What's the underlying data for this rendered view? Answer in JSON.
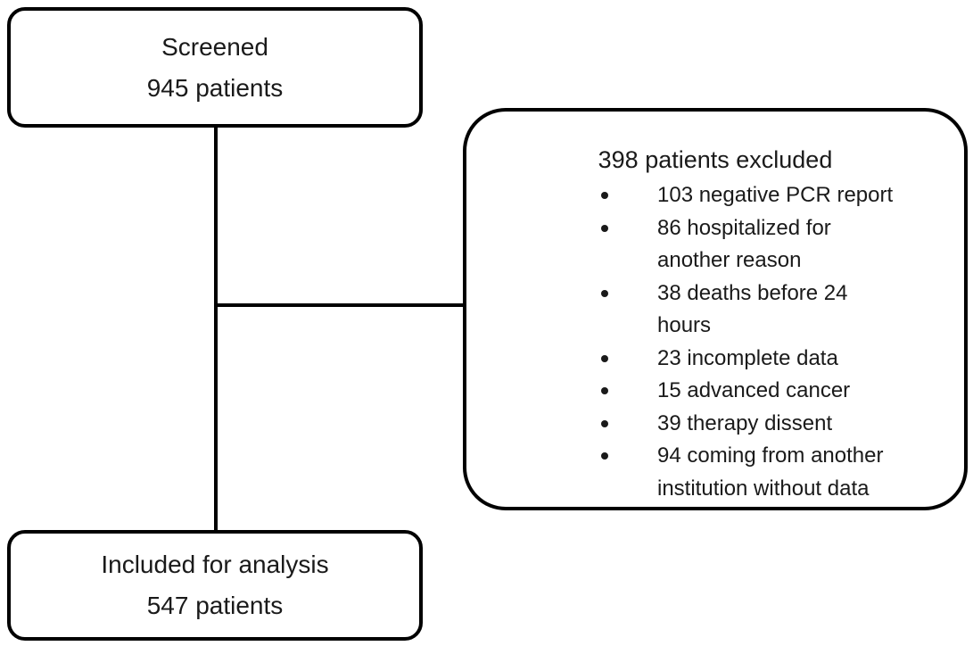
{
  "diagram": {
    "title": "Patient screening and inclusion flow diagram",
    "type": "flowchart",
    "background_color": "#ffffff",
    "stroke_color": "#000000",
    "text_color": "#1a1a1a"
  },
  "nodes": {
    "screened": {
      "name": "screened-box",
      "line1": "Screened",
      "line2": "945 patients",
      "count": 945
    },
    "included": {
      "name": "included-box",
      "line1": "Included for analysis",
      "line2": "547 patients",
      "count": 547
    },
    "excluded": {
      "name": "excluded-box",
      "title": "398 patients excluded",
      "count": 398,
      "reasons": [
        {
          "count": 103,
          "label": "103 negative PCR report"
        },
        {
          "count": 86,
          "label": "86 hospitalized for another reason"
        },
        {
          "count": 38,
          "label": "38 deaths before 24 hours"
        },
        {
          "count": 23,
          "label": "23 incomplete data"
        },
        {
          "count": 15,
          "label": "15 advanced cancer"
        },
        {
          "count": 39,
          "label": "39 therapy dissent"
        },
        {
          "count": 94,
          "label": "94 coming from another institution without data"
        }
      ]
    }
  },
  "connectors": [
    {
      "name": "screened-to-included",
      "orientation": "vertical"
    },
    {
      "name": "screened-to-excluded",
      "orientation": "horizontal"
    }
  ],
  "chart_data": {
    "type": "table",
    "title": "Patient flow",
    "categories": [
      "Screened",
      "Excluded",
      "Included for analysis"
    ],
    "values": [
      945,
      398,
      547
    ],
    "exclusion_reasons": {
      "categories": [
        "negative PCR report",
        "hospitalized for another reason",
        "deaths before 24 hours",
        "incomplete data",
        "advanced cancer",
        "therapy dissent",
        "coming from another institution without data"
      ],
      "values": [
        103,
        86,
        38,
        23,
        15,
        39,
        94
      ]
    }
  }
}
